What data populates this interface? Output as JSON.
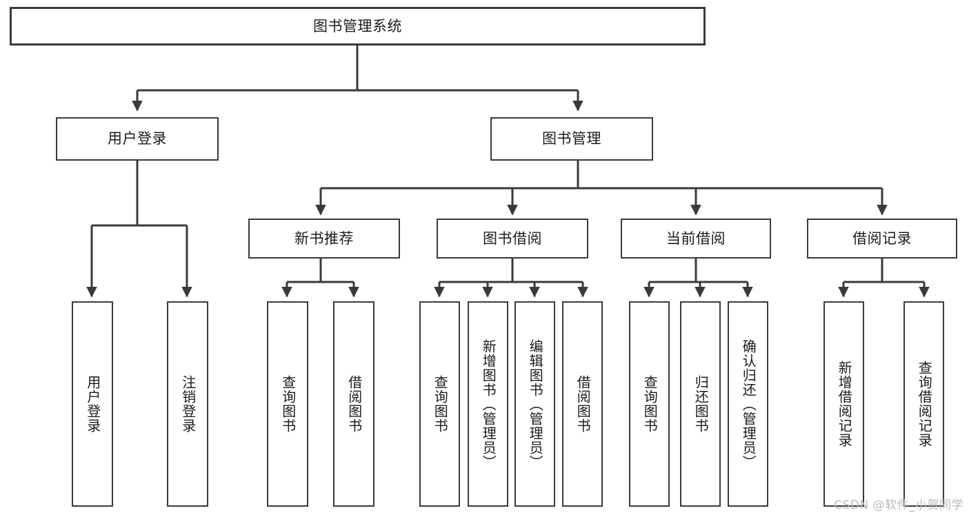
{
  "diagram": {
    "type": "tree-flowchart",
    "title": "图书管理系统",
    "orientation": "top-down",
    "colors": {
      "box_border": "#3a3a3a",
      "box_fill": "#ffffff",
      "connector": "#3a3a3a",
      "text": "#1b1b1b",
      "watermark": "#b9b9b9",
      "background": "#ffffff"
    },
    "nodes": {
      "root": {
        "label": "图书管理系统"
      },
      "level2": [
        {
          "id": "user-login",
          "label": "用户登录"
        },
        {
          "id": "book-management",
          "label": "图书管理"
        }
      ],
      "level3": [
        {
          "id": "new-book-recommend",
          "label": "新书推荐"
        },
        {
          "id": "book-borrow",
          "label": "图书借阅"
        },
        {
          "id": "current-borrow",
          "label": "当前借阅"
        },
        {
          "id": "borrow-record",
          "label": "借阅记录"
        }
      ],
      "leaves": [
        {
          "id": "leaf-user-login",
          "label": "用户登录",
          "parent": "user-login"
        },
        {
          "id": "leaf-logout-login",
          "label": "注销登录",
          "parent": "user-login"
        },
        {
          "id": "leaf-query-book-1",
          "label": "查询图书",
          "parent": "new-book-recommend"
        },
        {
          "id": "leaf-borrow-book-1",
          "label": "借阅图书",
          "parent": "new-book-recommend"
        },
        {
          "id": "leaf-query-book-2",
          "label": "查询图书",
          "parent": "book-borrow"
        },
        {
          "id": "leaf-add-book",
          "label": "新增图书（管理员）",
          "parent": "book-borrow"
        },
        {
          "id": "leaf-edit-book",
          "label": "编辑图书（管理员）",
          "parent": "book-borrow"
        },
        {
          "id": "leaf-borrow-book-2",
          "label": "借阅图书",
          "parent": "book-borrow"
        },
        {
          "id": "leaf-query-book-3",
          "label": "查询图书",
          "parent": "current-borrow"
        },
        {
          "id": "leaf-return-book",
          "label": "归还图书",
          "parent": "current-borrow"
        },
        {
          "id": "leaf-confirm-return",
          "label": "确认归还（管理员）",
          "parent": "current-borrow"
        },
        {
          "id": "leaf-add-record",
          "label": "新增借阅记录",
          "parent": "borrow-record"
        },
        {
          "id": "leaf-query-record",
          "label": "查询借阅记录",
          "parent": "borrow-record"
        }
      ]
    }
  },
  "watermark": {
    "text": "CSDN @软件_小贺同学"
  }
}
